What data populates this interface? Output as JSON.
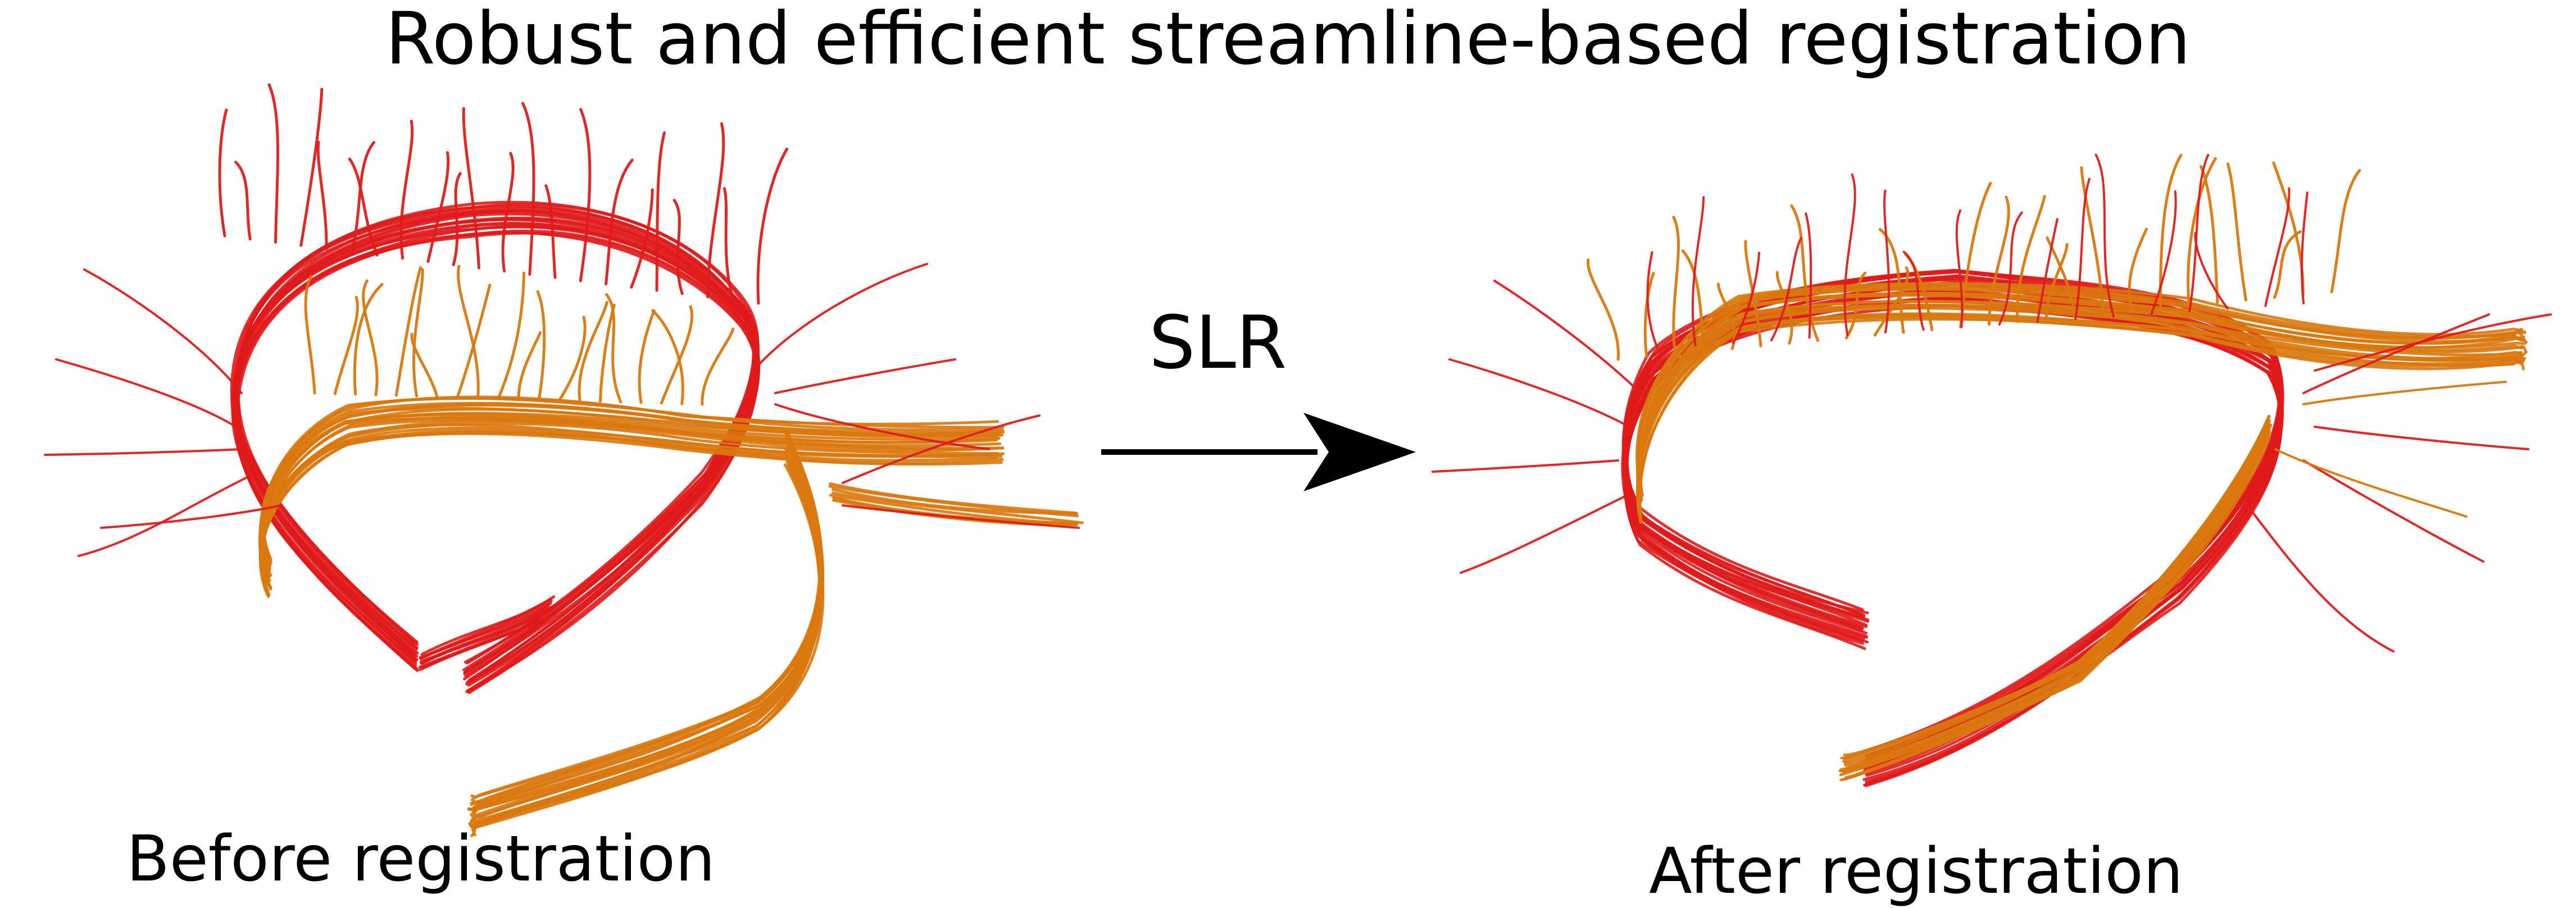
{
  "title": "Robust and efficient streamline-based registration",
  "arrow_label": "SLR",
  "captions": {
    "before": "Before registration",
    "after": "After registration"
  },
  "colors": {
    "bundle_a": "#e01b1b",
    "bundle_b": "#d9780e",
    "arrow": "#000000"
  }
}
